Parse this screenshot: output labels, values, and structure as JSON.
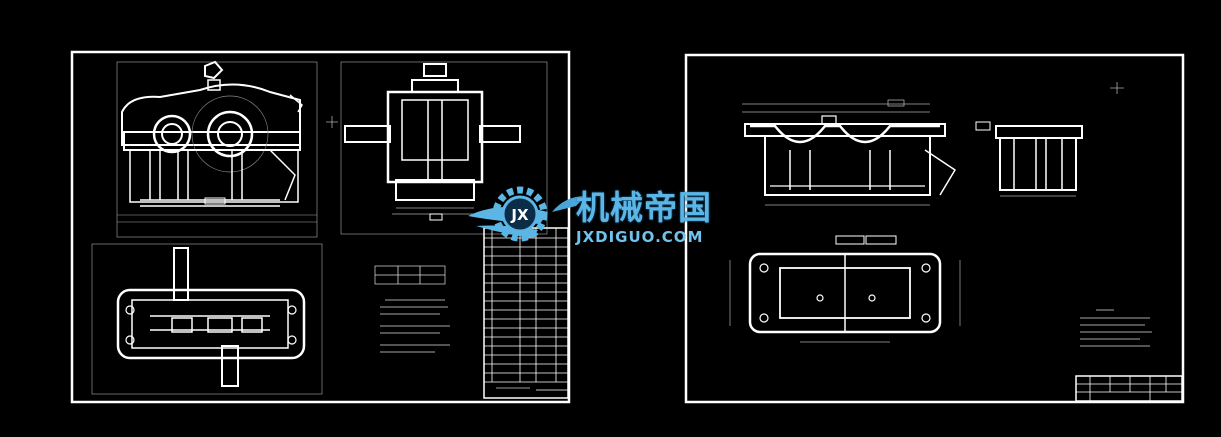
{
  "viewer": {
    "background": "#000000",
    "line_color": "#ffffff",
    "dim_color": "#c8c8c8"
  },
  "watermark": {
    "text_cn": "机械帝国",
    "text_en": "JXDIGUO.COM",
    "emblem_text": "JX",
    "color": "#5bb6e6"
  },
  "sheets": [
    {
      "name": "gearbox-assembly-drawing"
    },
    {
      "name": "housing-part-drawing"
    }
  ],
  "icons": [
    "gear-emblem-icon",
    "wing-icon"
  ]
}
